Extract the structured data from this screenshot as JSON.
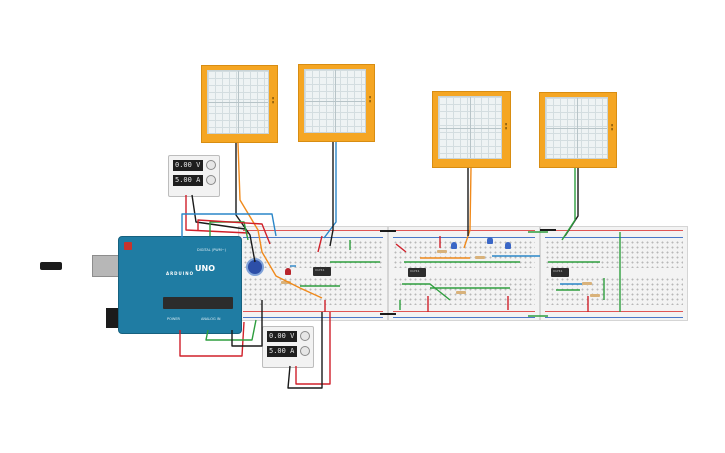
{
  "psu_top": {
    "voltage": "0.00 V",
    "current": "5.00 A"
  },
  "psu_bottom": {
    "voltage": "0.00 V",
    "current": "5.00 A"
  },
  "arduino": {
    "brand": "ARDUINO",
    "model": "UNO",
    "digital_label": "DIGITAL (PWM~)",
    "power_label": "POWER",
    "analog_label": "ANALOG IN"
  },
  "chips": [
    {
      "label": "lm741"
    },
    {
      "label": "lm741"
    },
    {
      "label": "lm741"
    }
  ],
  "colors": {
    "wire_red": "#d0202a",
    "wire_black": "#1a1a1a",
    "wire_green": "#2e9e3e",
    "wire_blue": "#2a86c8",
    "wire_orange": "#f08a1c",
    "scope_frame": "#f5a623",
    "arduino_blue": "#1f7ca3"
  }
}
